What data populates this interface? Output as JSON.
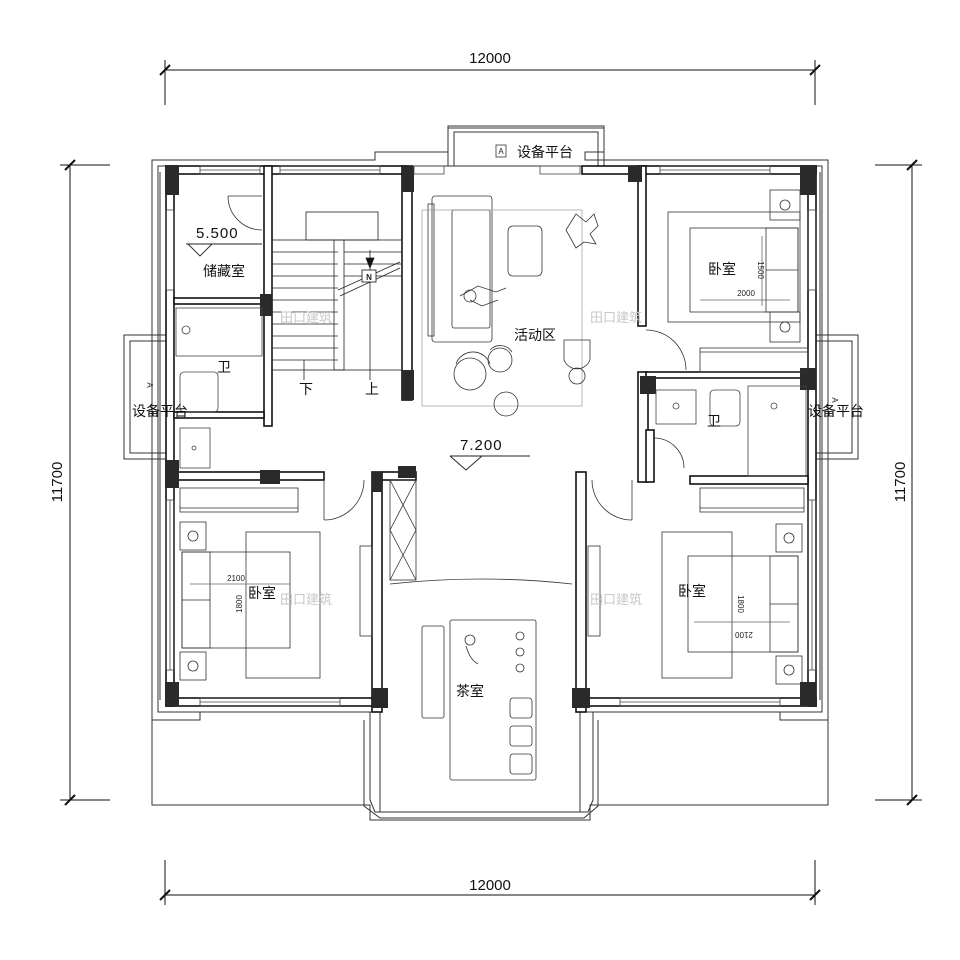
{
  "dimensions": {
    "top": "12000",
    "bottom": "12000",
    "left": "11700",
    "right": "11700"
  },
  "levels": {
    "storage": "5.500",
    "main": "7.200"
  },
  "rooms": {
    "equipment_top": "设备平台",
    "equipment_left": "设备平台",
    "equipment_right": "设备平台",
    "storage": "储藏室",
    "bath_left": "卫",
    "bath_right": "卫",
    "activity": "活动区",
    "bedroom_ne": "卧室",
    "bedroom_sw": "卧室",
    "bedroom_se": "卧室",
    "tea": "茶室"
  },
  "stair": {
    "down": "下",
    "up": "上",
    "north": "N"
  },
  "bed_dims": {
    "ne_w": "2000",
    "ne_h": "1500",
    "sw_w": "2100",
    "sw_h": "1800",
    "se_w": "2100",
    "se_h": "1800"
  },
  "tags": {
    "a_top": "A",
    "a_left": "A",
    "a_right": "A"
  },
  "watermark": "田口建筑",
  "colors": {
    "wall": "#111111",
    "column": "#2a2a2a",
    "line": "#333333",
    "light": "#9a9a9a"
  }
}
